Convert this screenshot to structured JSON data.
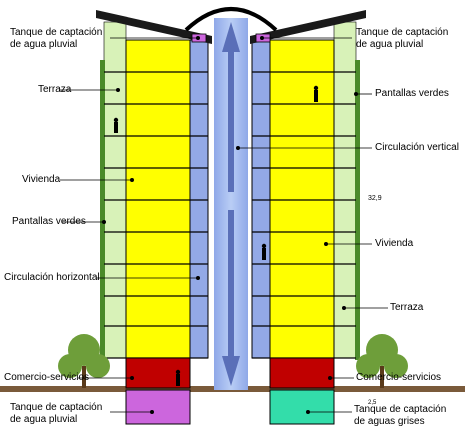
{
  "labels": {
    "tank_rain_left": "Tanque de captación\nde agua pluvial",
    "tank_rain_right": "Tanque de captación\nde agua pluvial",
    "terrace_left": "Terraza",
    "terrace_right": "Terraza",
    "green_screens_left": "Pantallas verdes",
    "green_screens_right": "Pantallas verdes",
    "vertical_circulation": "Circulación vertical",
    "housing_left": "Vivienda",
    "housing_right": "Vivienda",
    "horizontal_circulation": "Circulación horizontal",
    "commerce_left": "Comercio-servicios",
    "commerce_right": "Comercio-servicios",
    "tank_rain_bottom": "Tanque de captación\nde agua pluvial",
    "tank_grey_bottom": "Tanque de captación\nde aguas grises",
    "dim_height": "32,9",
    "dim_small": "2,5"
  },
  "colors": {
    "housing": "#ffff00",
    "circulation": "#93a9e6",
    "core": "#aac4f0",
    "green_screen": "#d4f0b0",
    "commerce": "#c00000",
    "tank_rain": "#cc66dd",
    "tank_grey": "#33ddaa",
    "line": "#000000"
  }
}
